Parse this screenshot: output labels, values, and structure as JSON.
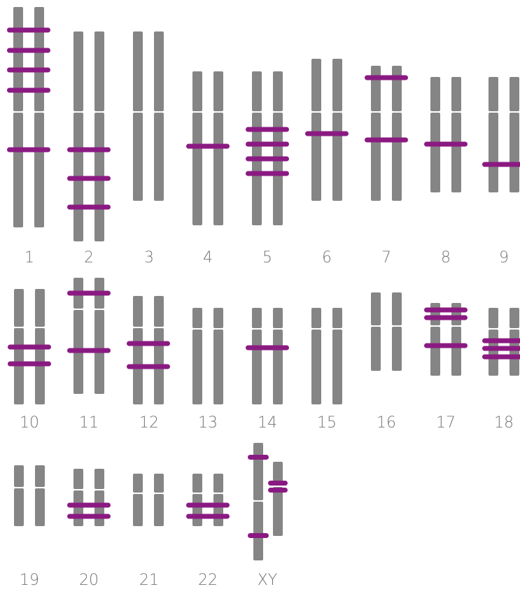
{
  "colors": {
    "chromatid": "#858585",
    "marker": "#8a1a82",
    "label": "#757575",
    "background": "#ffffff"
  },
  "chromosomes": [
    {
      "label": "1"
    },
    {
      "label": "2"
    },
    {
      "label": "3"
    },
    {
      "label": "4"
    },
    {
      "label": "5"
    },
    {
      "label": "6"
    },
    {
      "label": "7"
    },
    {
      "label": "8"
    },
    {
      "label": "9"
    },
    {
      "label": "10"
    },
    {
      "label": "11"
    },
    {
      "label": "12"
    },
    {
      "label": "13"
    },
    {
      "label": "14"
    },
    {
      "label": "15"
    },
    {
      "label": "16"
    },
    {
      "label": "17"
    },
    {
      "label": "18"
    },
    {
      "label": "19"
    },
    {
      "label": "20"
    },
    {
      "label": "21"
    },
    {
      "label": "22"
    },
    {
      "label": "XY"
    }
  ]
}
